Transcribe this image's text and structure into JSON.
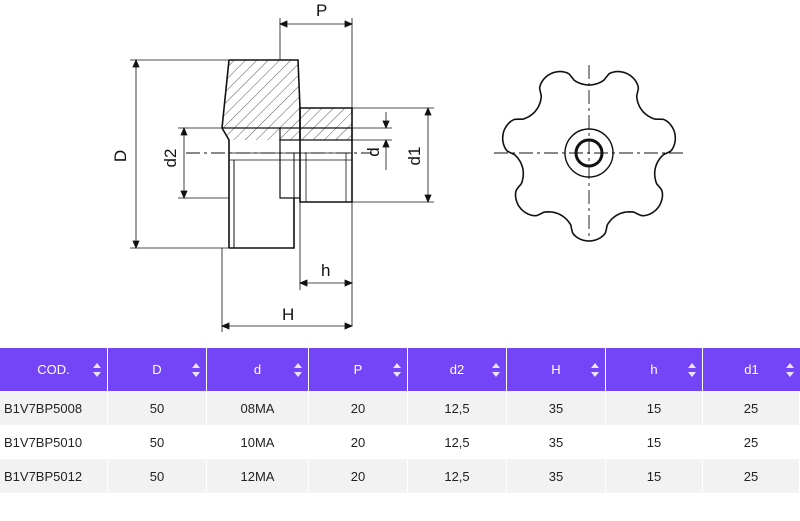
{
  "drawing": {
    "labels": {
      "P": "P",
      "D": "D",
      "d2": "d2",
      "d": "d",
      "d1": "d1",
      "h": "h",
      "H": "H"
    }
  },
  "table": {
    "header_color": "#7445f7",
    "headers": [
      "COD.",
      "D",
      "d",
      "P",
      "d2",
      "H",
      "h",
      "d1"
    ],
    "rows": [
      [
        "B1V7BP5008",
        "50",
        "08MA",
        "20",
        "12,5",
        "35",
        "15",
        "25"
      ],
      [
        "B1V7BP5010",
        "50",
        "10MA",
        "20",
        "12,5",
        "35",
        "15",
        "25"
      ],
      [
        "B1V7BP5012",
        "50",
        "12MA",
        "20",
        "12,5",
        "35",
        "15",
        "25"
      ]
    ]
  },
  "icons": {
    "sort": "sort-updown-icon"
  }
}
